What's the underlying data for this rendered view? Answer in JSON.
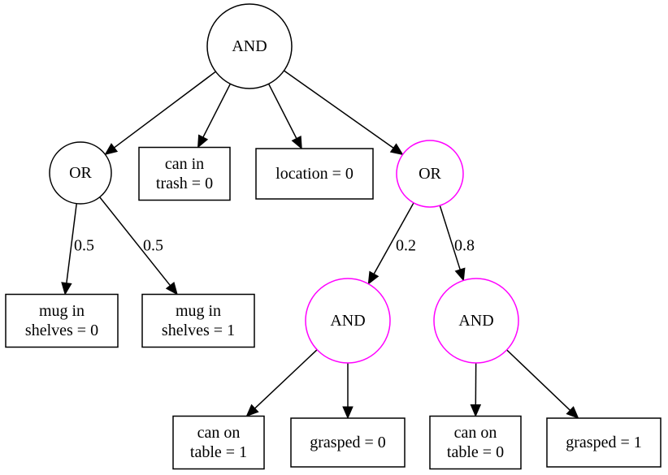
{
  "colors": {
    "default_outline": "#000000",
    "highlight_outline": "#ff00ff"
  },
  "nodes": [
    {
      "id": "root",
      "shape": "circle",
      "highlight": false,
      "lines": [
        "AND"
      ]
    },
    {
      "id": "or1",
      "shape": "circle",
      "highlight": false,
      "lines": [
        "OR"
      ]
    },
    {
      "id": "can_trash",
      "shape": "rect",
      "highlight": false,
      "lines": [
        "can in",
        "trash = 0"
      ]
    },
    {
      "id": "location",
      "shape": "rect",
      "highlight": false,
      "lines": [
        "location = 0"
      ]
    },
    {
      "id": "or2",
      "shape": "circle",
      "highlight": true,
      "lines": [
        "OR"
      ]
    },
    {
      "id": "mug0",
      "shape": "rect",
      "highlight": false,
      "lines": [
        "mug in",
        "shelves = 0"
      ]
    },
    {
      "id": "mug1",
      "shape": "rect",
      "highlight": false,
      "lines": [
        "mug in",
        "shelves = 1"
      ]
    },
    {
      "id": "and2",
      "shape": "circle",
      "highlight": true,
      "lines": [
        "AND"
      ]
    },
    {
      "id": "and3",
      "shape": "circle",
      "highlight": true,
      "lines": [
        "AND"
      ]
    },
    {
      "id": "table1",
      "shape": "rect",
      "highlight": false,
      "lines": [
        "can on",
        "table = 1"
      ]
    },
    {
      "id": "grasp0",
      "shape": "rect",
      "highlight": false,
      "lines": [
        "grasped = 0"
      ]
    },
    {
      "id": "table0",
      "shape": "rect",
      "highlight": false,
      "lines": [
        "can on",
        "table = 0"
      ]
    },
    {
      "id": "grasp1",
      "shape": "rect",
      "highlight": false,
      "lines": [
        "grasped = 1"
      ]
    }
  ],
  "edges": [
    {
      "from": "root",
      "to": "or1",
      "label": ""
    },
    {
      "from": "root",
      "to": "can_trash",
      "label": ""
    },
    {
      "from": "root",
      "to": "location",
      "label": ""
    },
    {
      "from": "root",
      "to": "or2",
      "label": ""
    },
    {
      "from": "or1",
      "to": "mug0",
      "label": "0.5"
    },
    {
      "from": "or1",
      "to": "mug1",
      "label": "0.5"
    },
    {
      "from": "or2",
      "to": "and2",
      "label": "0.2"
    },
    {
      "from": "or2",
      "to": "and3",
      "label": "0.8"
    },
    {
      "from": "and2",
      "to": "table1",
      "label": ""
    },
    {
      "from": "and2",
      "to": "grasp0",
      "label": ""
    },
    {
      "from": "and3",
      "to": "table0",
      "label": ""
    },
    {
      "from": "and3",
      "to": "grasp1",
      "label": ""
    }
  ]
}
